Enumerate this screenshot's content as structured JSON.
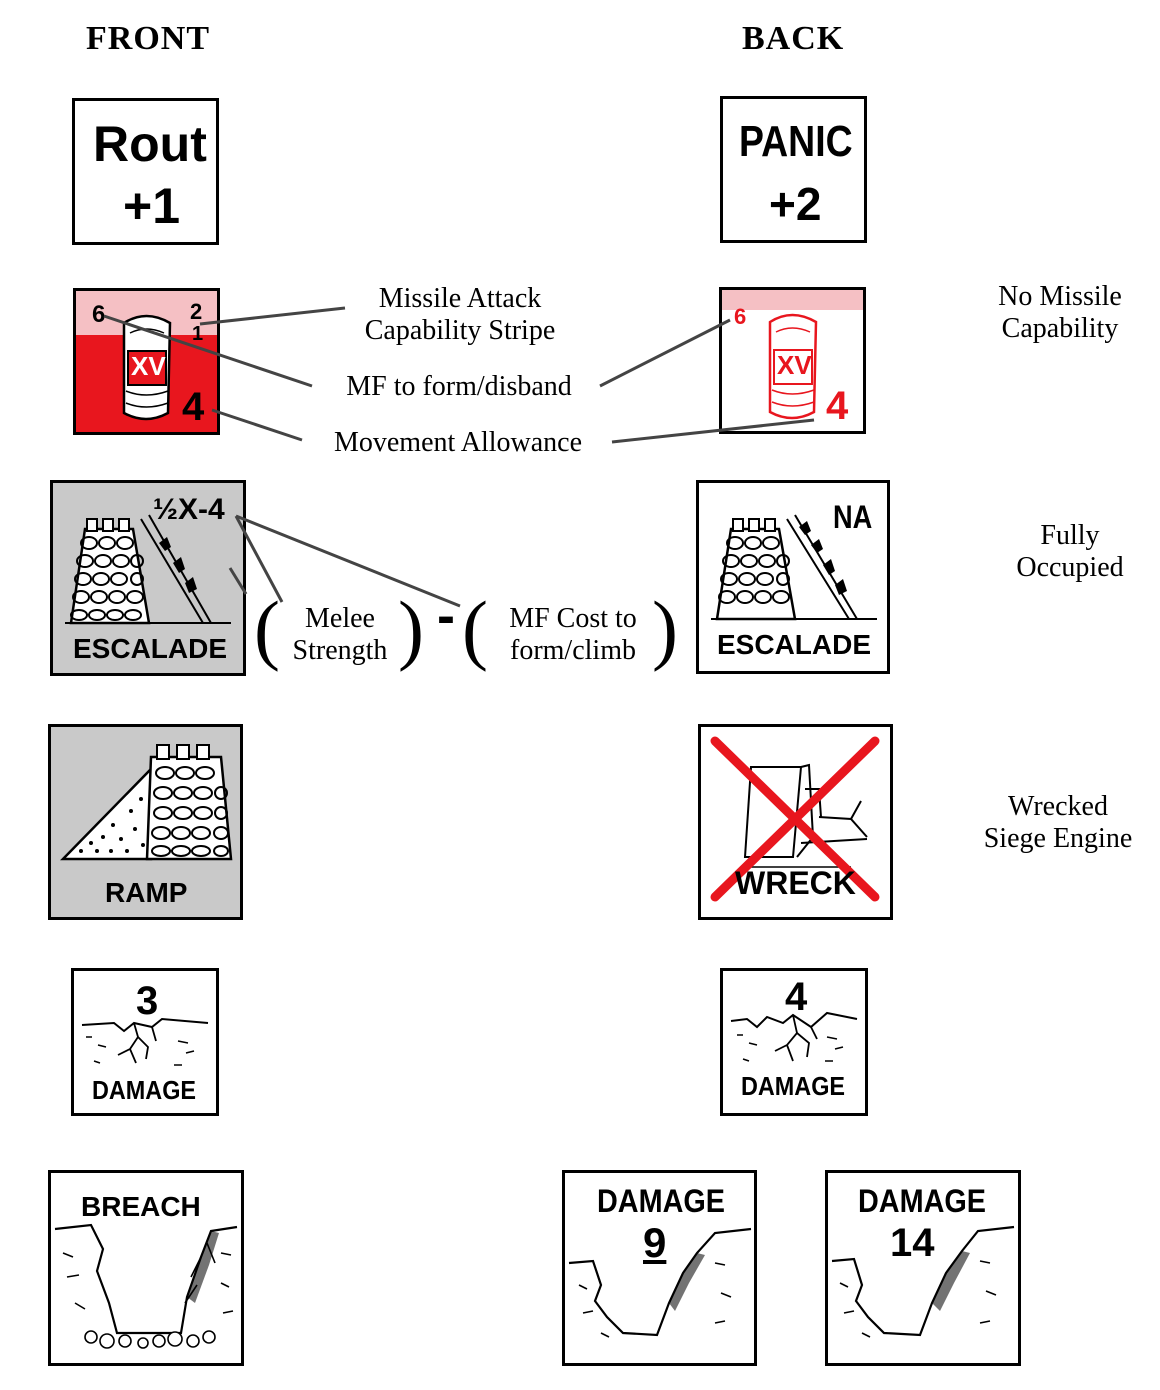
{
  "headers": {
    "front": "FRONT",
    "back": "BACK"
  },
  "counters": {
    "rout": {
      "line1": "Rout",
      "line2": "+1"
    },
    "panic": {
      "line1": "PANIC",
      "line2": "+2"
    },
    "siege_front": {
      "form_mf": "6",
      "missile_top": "2",
      "missile_bottom": "1",
      "legion": "XV",
      "movement": "4"
    },
    "siege_back": {
      "form_mf": "6",
      "legion": "XV",
      "movement": "4"
    },
    "escalade_front": {
      "label": "ESCALADE",
      "strength": "½X-4"
    },
    "escalade_back": {
      "label": "ESCALADE",
      "value": "NA"
    },
    "ramp": {
      "label": "RAMP"
    },
    "wreck": {
      "label": "WRECK"
    },
    "damage_front": {
      "value": "3",
      "label": "DAMAGE"
    },
    "damage_back": {
      "value": "4",
      "label": "DAMAGE"
    },
    "breach": {
      "label": "BREACH"
    },
    "damage_9": {
      "label": "DAMAGE",
      "value": "9"
    },
    "damage_14": {
      "label": "DAMAGE",
      "value": "14"
    }
  },
  "annotations": {
    "missile_stripe": [
      "Missile Attack",
      "Capability Stripe"
    ],
    "mf_form": "MF to form/disband",
    "movement_allowance": "Movement Allowance",
    "melee_strength": [
      "Melee",
      "Strength"
    ],
    "minus": "-",
    "mf_cost": [
      "MF Cost to",
      "form/climb"
    ],
    "no_missile": [
      "No Missile",
      "Capability"
    ],
    "fully_occupied": [
      "Fully",
      "Occupied"
    ],
    "wrecked": [
      "Wrecked",
      "Siege Engine"
    ]
  },
  "colors": {
    "red": "#e8161e",
    "pink": "#f5c0c4",
    "gray": "#c9c9c9"
  }
}
